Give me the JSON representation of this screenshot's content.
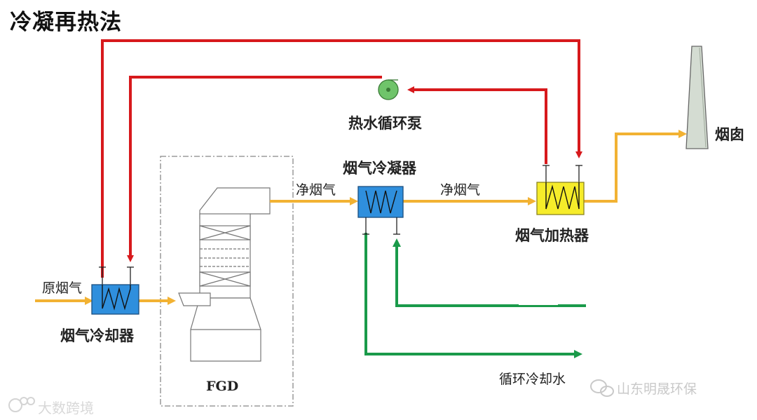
{
  "title": "冷凝再热法",
  "labels": {
    "raw_flue_gas": "原烟气",
    "flue_gas_cooler": "烟气冷却器",
    "fgd": "FGD",
    "clean_gas_1": "净烟气",
    "flue_gas_condenser": "烟气冷凝器",
    "clean_gas_2": "净烟气",
    "flue_gas_heater": "烟气加热器",
    "hot_water_pump": "热水循环泵",
    "chimney": "烟囱",
    "cooling_water": "循环冷却水"
  },
  "watermarks": {
    "left": "大数跨境",
    "right": "山东明晟环保"
  },
  "colors": {
    "hot_water_line": "#d7191c",
    "flue_gas_line": "#f2b233",
    "cooling_water_line": "#1a9a4a",
    "heat_exchanger_blue": "#2f8fdd",
    "heater_yellow": "#f6ec2a",
    "pump_green": "#6fc46a",
    "chimney_fill": "#d4dcd2"
  },
  "icons": {
    "pump": "circle-pump-icon",
    "heat_exchanger": "coil-heat-exchanger-icon"
  }
}
